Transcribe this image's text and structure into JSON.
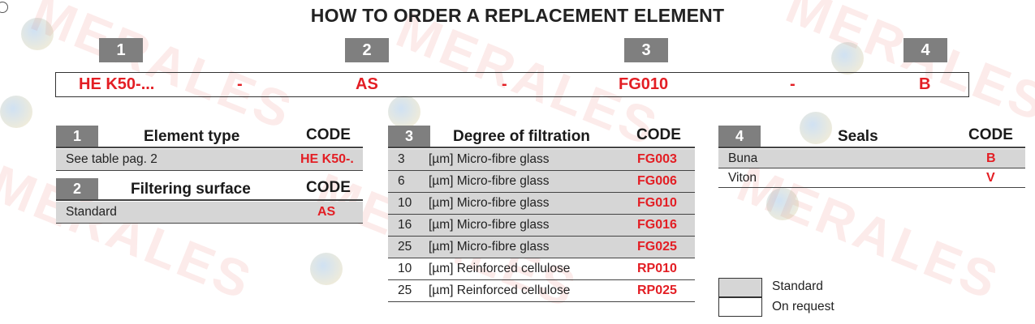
{
  "title": "HOW TO ORDER A REPLACEMENT ELEMENT",
  "watermark": "MERALES",
  "steps": [
    "1",
    "2",
    "3",
    "4"
  ],
  "order_code": {
    "part1": "HE K50-...",
    "part2": "AS",
    "part3": "FG010",
    "part4": "B",
    "separator": "-"
  },
  "table1": {
    "number": "1",
    "title": "Element type",
    "code_header": "CODE",
    "rows": [
      {
        "label": "See table pag. 2",
        "code": "HE K50-."
      }
    ]
  },
  "table2": {
    "number": "2",
    "title": "Filtering surface",
    "code_header": "CODE",
    "rows": [
      {
        "label": "Standard",
        "code": "AS"
      }
    ]
  },
  "table3": {
    "number": "3",
    "title": "Degree of filtration",
    "code_header": "CODE",
    "rows": [
      {
        "value": "3",
        "label": "[µm] Micro-fibre glass",
        "code": "FG003",
        "standard": true
      },
      {
        "value": "6",
        "label": "[µm] Micro-fibre glass",
        "code": "FG006",
        "standard": true
      },
      {
        "value": "10",
        "label": "[µm] Micro-fibre glass",
        "code": "FG010",
        "standard": true
      },
      {
        "value": "16",
        "label": "[µm] Micro-fibre glass",
        "code": "FG016",
        "standard": true
      },
      {
        "value": "25",
        "label": "[µm] Micro-fibre glass",
        "code": "FG025",
        "standard": true
      },
      {
        "value": "10",
        "label": "[µm] Reinforced cellulose",
        "code": "RP010",
        "standard": false
      },
      {
        "value": "25",
        "label": "[µm] Reinforced cellulose",
        "code": "RP025",
        "standard": false
      }
    ]
  },
  "table4": {
    "number": "4",
    "title": "Seals",
    "code_header": "CODE",
    "rows": [
      {
        "label": "Buna",
        "code": "B",
        "standard": true
      },
      {
        "label": "Viton",
        "code": "V",
        "standard": false
      }
    ]
  },
  "legend": {
    "standard": "Standard",
    "on_request": "On request"
  },
  "colors": {
    "accent_red": "#e31e24",
    "step_gray": "#7f7f7f",
    "standard_fill": "#d6d6d6"
  }
}
